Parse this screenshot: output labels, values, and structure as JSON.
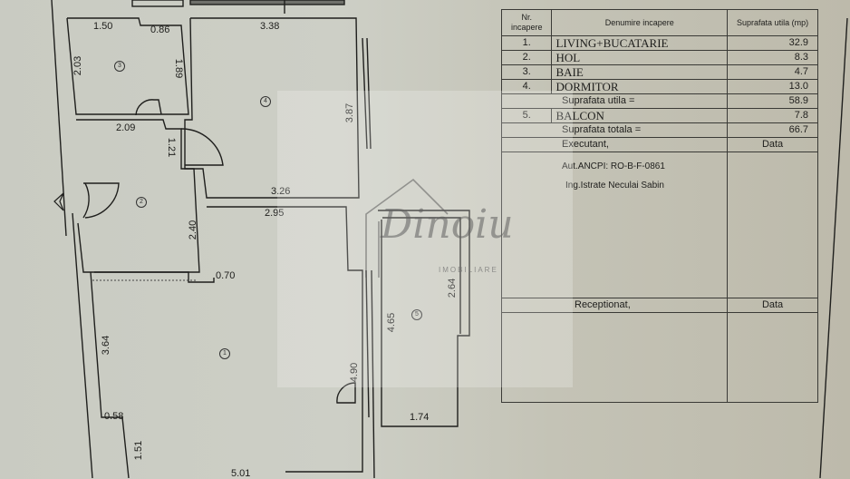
{
  "floorplan": {
    "dimensions": {
      "bath_top_left": "1.50",
      "bath_top_right": "0.86",
      "bath_left": "2.03",
      "bath_right": "1.89",
      "hall_top": "2.09",
      "hall_door": "1.21",
      "hall_right": "2.40",
      "hall_small": "0.70",
      "bedroom_top": "3.38",
      "bedroom_right": "3.87",
      "bedroom_bottom": "3.26",
      "living_top": "2.95",
      "living_left": "3.64",
      "living_notch": "0.58",
      "living_bottom_left": "1.51",
      "living_bottom": "5.01",
      "living_right": "4.90",
      "balcony_left": "4.65",
      "balcony_right": "2.64",
      "balcony_bottom": "1.74"
    },
    "room_markers": [
      "1",
      "2",
      "3",
      "4",
      "5"
    ]
  },
  "watermark": {
    "script": "Dinoiu",
    "subtitle": "IMOBILIARE"
  },
  "table": {
    "headers": {
      "nr": "Nr. incapere",
      "name": "Denumire incapere",
      "area": "Suprafata utila (mp)"
    },
    "rows": [
      {
        "nr": "1.",
        "name": "LIVING+BUCATARIE",
        "area": "32.9"
      },
      {
        "nr": "2.",
        "name": "HOL",
        "area": "8.3"
      },
      {
        "nr": "3.",
        "name": "BAIE",
        "area": "4.7"
      },
      {
        "nr": "4.",
        "name": "DORMITOR",
        "area": "13.0"
      }
    ],
    "subtotal": {
      "label": "Suprafata utila =",
      "value": "58.9"
    },
    "balcony": {
      "nr": "5.",
      "name": "BALCON",
      "area": "7.8"
    },
    "total": {
      "label": "Suprafata totala =",
      "value": "66.7"
    },
    "executant": {
      "label": "Executant,",
      "date_label": "Data"
    },
    "stamp": {
      "line1": "Aut.ANCPI: RO-B-F-0861",
      "line2": "Ing.Istrate Neculai Sabin"
    },
    "receptionat": {
      "label": "Receptionat,",
      "date_label": "Data"
    }
  }
}
